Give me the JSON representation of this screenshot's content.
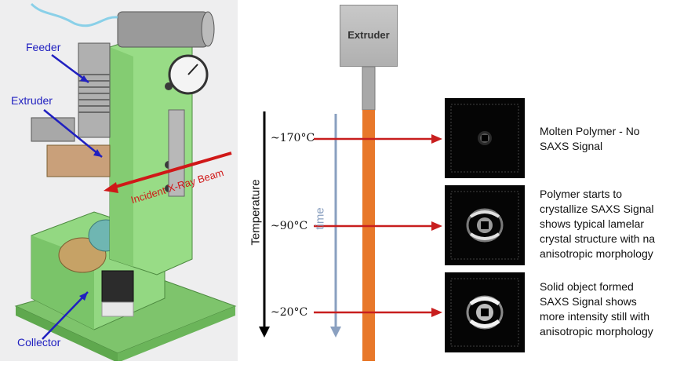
{
  "machine_labels": {
    "feeder": "Feeder",
    "extruder": "Extruder",
    "collector": "Collector",
    "beam": "Incident X-Ray Beam"
  },
  "extruder_box": "Extruder",
  "axes": {
    "temperature": "Temperature",
    "time": "time"
  },
  "stages": [
    {
      "temp": "~170°C",
      "lines": [
        "Molten Polymer - No",
        "SAXS Signal"
      ]
    },
    {
      "temp": "~90°C",
      "lines": [
        "Polymer starts to",
        "crystallize SAXS Signal",
        "shows typical lamelar",
        "crystal structure with na",
        "anisotropic morphology"
      ]
    },
    {
      "temp": "~20°C",
      "lines": [
        "Solid object formed",
        "SAXS Signal shows",
        "more intensity still with",
        "anisotropic morphology"
      ]
    }
  ],
  "colors": {
    "machine_frame": "#8fd47e",
    "filament": "#e8782a",
    "arrow_red": "#c81e1e",
    "time_arrow": "#8aa0c0",
    "label_blue": "#2020c0"
  }
}
